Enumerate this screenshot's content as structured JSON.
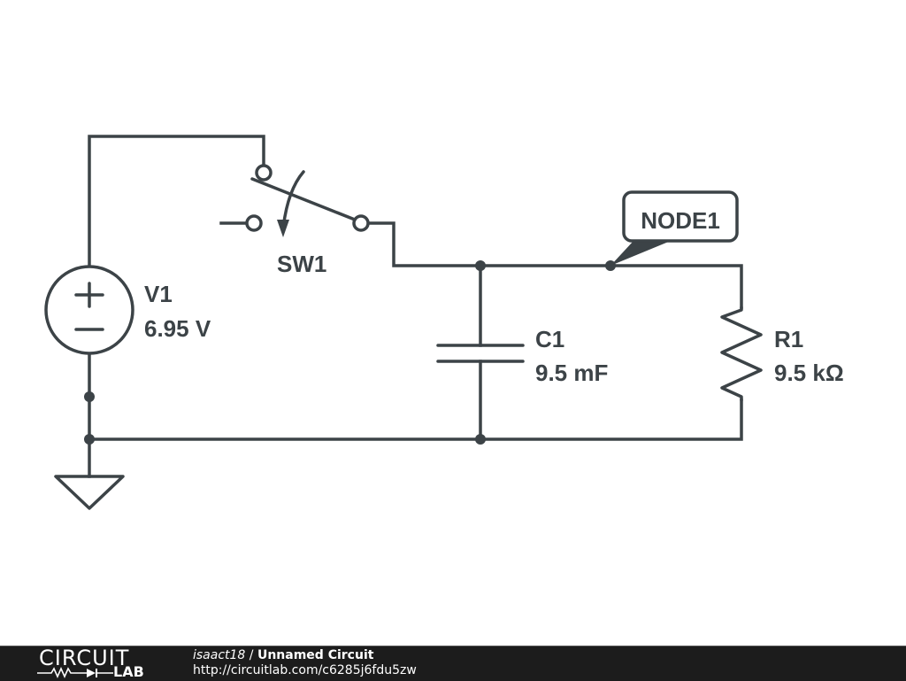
{
  "colors": {
    "ink": "#3c4347",
    "background": "#ffffff",
    "footer_bg": "#1c1c1c",
    "footer_text": "#ffffff"
  },
  "schematic": {
    "components": {
      "V1": {
        "name": "V1",
        "value": "6.95 V",
        "type": "voltage-source",
        "plus_glyph": "+",
        "minus_glyph": "−"
      },
      "SW1": {
        "name": "SW1",
        "type": "spdt-switch"
      },
      "C1": {
        "name": "C1",
        "value": "9.5 mF",
        "type": "capacitor"
      },
      "R1": {
        "name": "R1",
        "value": "9.5 kΩ",
        "type": "resistor"
      },
      "GND": {
        "type": "ground"
      }
    },
    "node_label": "NODE1"
  },
  "footer": {
    "logo_top": "CIRCUIT",
    "logo_bottom": "LAB",
    "user": "isaact18",
    "separator": " / ",
    "circuit_title": "Unnamed Circuit",
    "url": "http://circuitlab.com/c6285j6fdu5zw"
  }
}
